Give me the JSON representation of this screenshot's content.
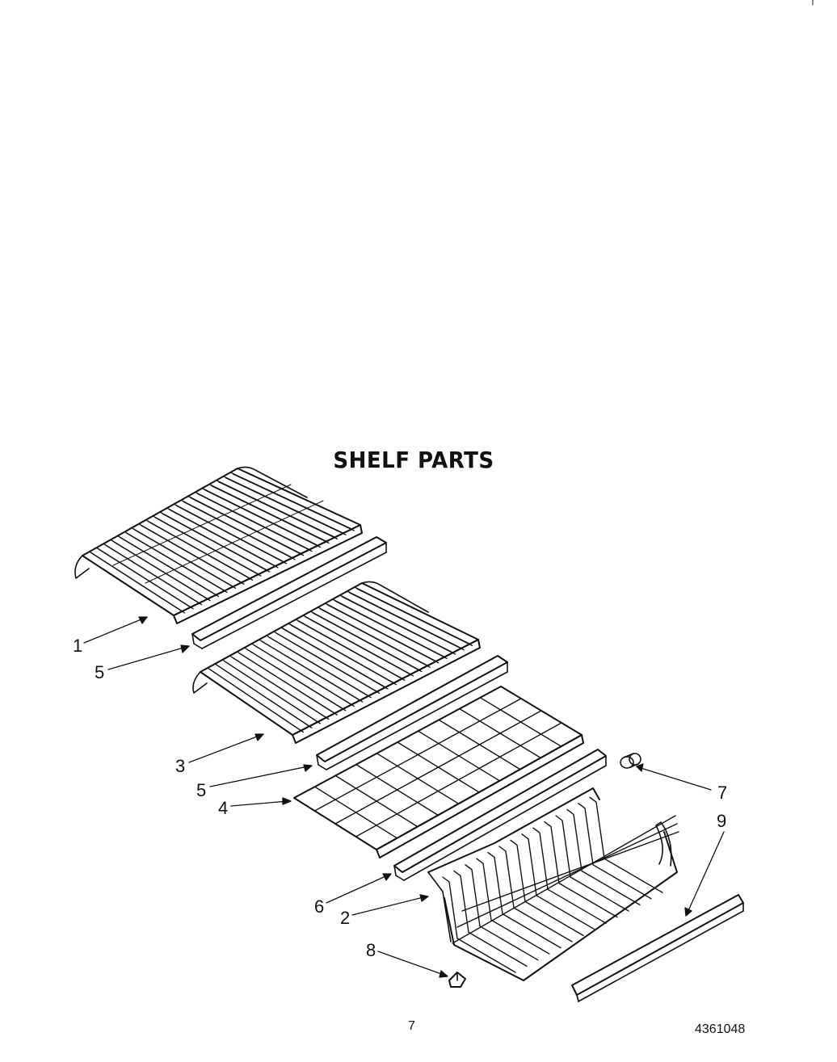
{
  "title": "SHELF PARTS",
  "callouts": {
    "c1": "1",
    "c5a": "5",
    "c3": "3",
    "c5b": "5",
    "c4": "4",
    "c6": "6",
    "c2": "2",
    "c8": "8",
    "c7": "7",
    "c9": "9"
  },
  "footer": {
    "page_number": "7",
    "part_number": "4361048"
  }
}
